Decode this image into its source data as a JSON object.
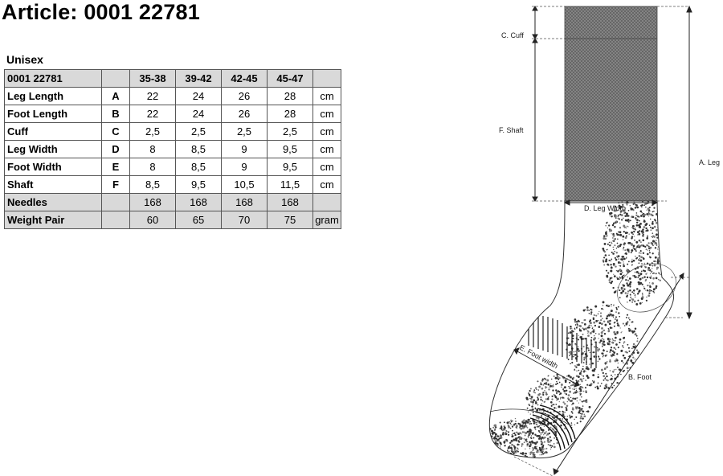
{
  "title": "Article: 0001 22781",
  "subtitle": "Unisex",
  "table": {
    "header": {
      "label": "0001 22781",
      "sizes": [
        "35-38",
        "39-42",
        "42-45",
        "45-47"
      ]
    },
    "rows": [
      {
        "label": "Leg Length",
        "letter": "A",
        "values": [
          "22",
          "24",
          "26",
          "28"
        ],
        "unit": "cm",
        "shaded": false
      },
      {
        "label": "Foot Length",
        "letter": "B",
        "values": [
          "22",
          "24",
          "26",
          "28"
        ],
        "unit": "cm",
        "shaded": false
      },
      {
        "label": "Cuff",
        "letter": "C",
        "values": [
          "2,5",
          "2,5",
          "2,5",
          "2,5"
        ],
        "unit": "cm",
        "shaded": false
      },
      {
        "label": "Leg Width",
        "letter": "D",
        "values": [
          "8",
          "8,5",
          "9",
          "9,5"
        ],
        "unit": "cm",
        "shaded": false
      },
      {
        "label": "Foot Width",
        "letter": "E",
        "values": [
          "8",
          "8,5",
          "9",
          "9,5"
        ],
        "unit": "cm",
        "shaded": false
      },
      {
        "label": "Shaft",
        "letter": "F",
        "values": [
          "8,5",
          "9,5",
          "10,5",
          "11,5"
        ],
        "unit": "cm",
        "shaded": false
      },
      {
        "label": "Needles",
        "letter": "",
        "values": [
          "168",
          "168",
          "168",
          "168"
        ],
        "unit": "",
        "shaded": true
      },
      {
        "label": "Weight Pair",
        "letter": "",
        "values": [
          "60",
          "65",
          "70",
          "75"
        ],
        "unit": "gram",
        "shaded": true
      }
    ]
  },
  "diagram": {
    "labels": {
      "cuff": "C. Cuff",
      "shaft": "F. Shaft",
      "leg": "A. Leg",
      "leg_width": "D. Leg Width",
      "foot_width": "E. Foot width",
      "foot": "B. Foot"
    }
  }
}
